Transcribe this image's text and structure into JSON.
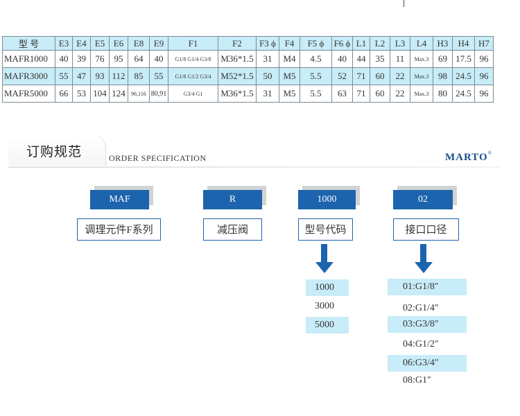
{
  "table": {
    "headers": [
      "型 号",
      "E3",
      "E4",
      "E5",
      "E6",
      "E8",
      "E9",
      "F1",
      "F2",
      "F3 ϕ",
      "F4",
      "F5 ϕ",
      "F6 ϕ",
      "L1",
      "L2",
      "L3",
      "L4",
      "H3",
      "H4",
      "H7"
    ],
    "rows": [
      [
        "MAFR1000",
        "40",
        "39",
        "76",
        "95",
        "64",
        "40",
        "G1/8 G1/4 G3/8",
        "M36*1.5",
        "31",
        "M4",
        "4.5",
        "40",
        "44",
        "35",
        "11",
        "Max.3",
        "69",
        "17.5",
        "96"
      ],
      [
        "MAFR3000",
        "55",
        "47",
        "93",
        "112",
        "85",
        "55",
        "G1/8 G1/2 G3/4",
        "M52*1.5",
        "50",
        "M5",
        "5.5",
        "52",
        "71",
        "60",
        "22",
        "Max.3",
        "98",
        "24.5",
        "96"
      ],
      [
        "MAFR5000",
        "66",
        "53",
        "104",
        "124",
        "96,116",
        "80,91",
        "G3/4 G1",
        "M36*1.5",
        "31",
        "M5",
        "5.5",
        "63",
        "71",
        "60",
        "22",
        "Max.3",
        "80",
        "24.5",
        "96"
      ]
    ]
  },
  "section": {
    "title_cn": "订购规范",
    "title_en": "ORDER SPECIFICATION",
    "brand": "MARTO",
    "brand_mark": "®"
  },
  "order_code": {
    "segments": [
      {
        "code": "MAF",
        "desc": "调理元件F系列"
      },
      {
        "code": "R",
        "desc": "减压阀"
      },
      {
        "code": "1000",
        "desc": "型号代码"
      },
      {
        "code": "02",
        "desc": "接口口径"
      }
    ],
    "model_options": [
      "1000",
      "3000",
      "5000"
    ],
    "port_options": [
      "01:G1/8″",
      "02:G1/4″",
      "03:G3/8″",
      "04:G1/2″",
      "06:G3/4″",
      "08:G1″"
    ]
  },
  "colors": {
    "accent_blue": "#1c64ad",
    "highlight_cyan": "#c8ecf8",
    "brand_blue": "#1a4e8e"
  }
}
